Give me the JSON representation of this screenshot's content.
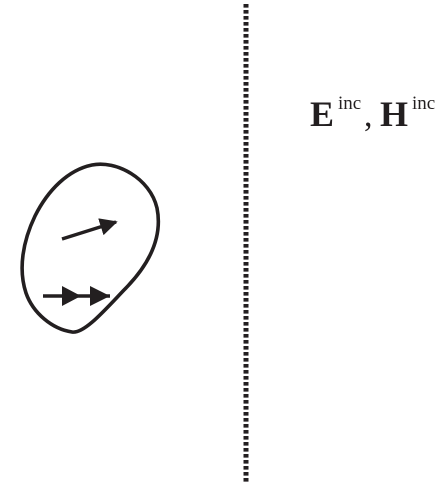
{
  "incident_fields": {
    "e_letter": "E",
    "h_letter": "H",
    "superscript": "inc",
    "separator": ","
  },
  "colors": {
    "ink": "#231f20",
    "background": "#ffffff"
  }
}
